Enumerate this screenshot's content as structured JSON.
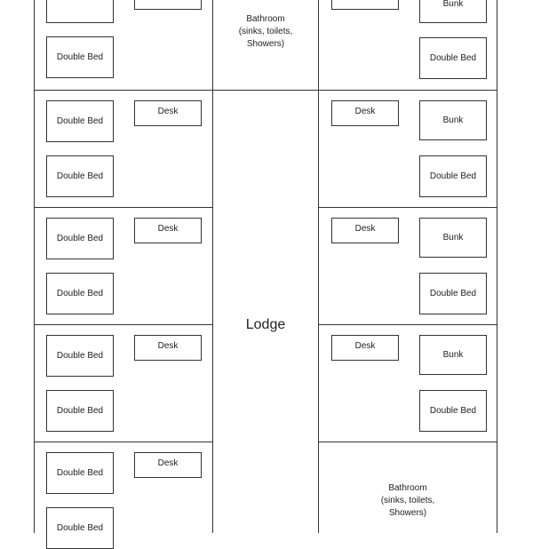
{
  "labels": {
    "double_bed": "Double Bed",
    "desk": "Desk",
    "bunk": "Bunk",
    "lodge": "Lodge",
    "bathroom_line1": "Bathroom",
    "bathroom_line2": "(sinks, toilets,",
    "bathroom_line3": "Showers)"
  }
}
